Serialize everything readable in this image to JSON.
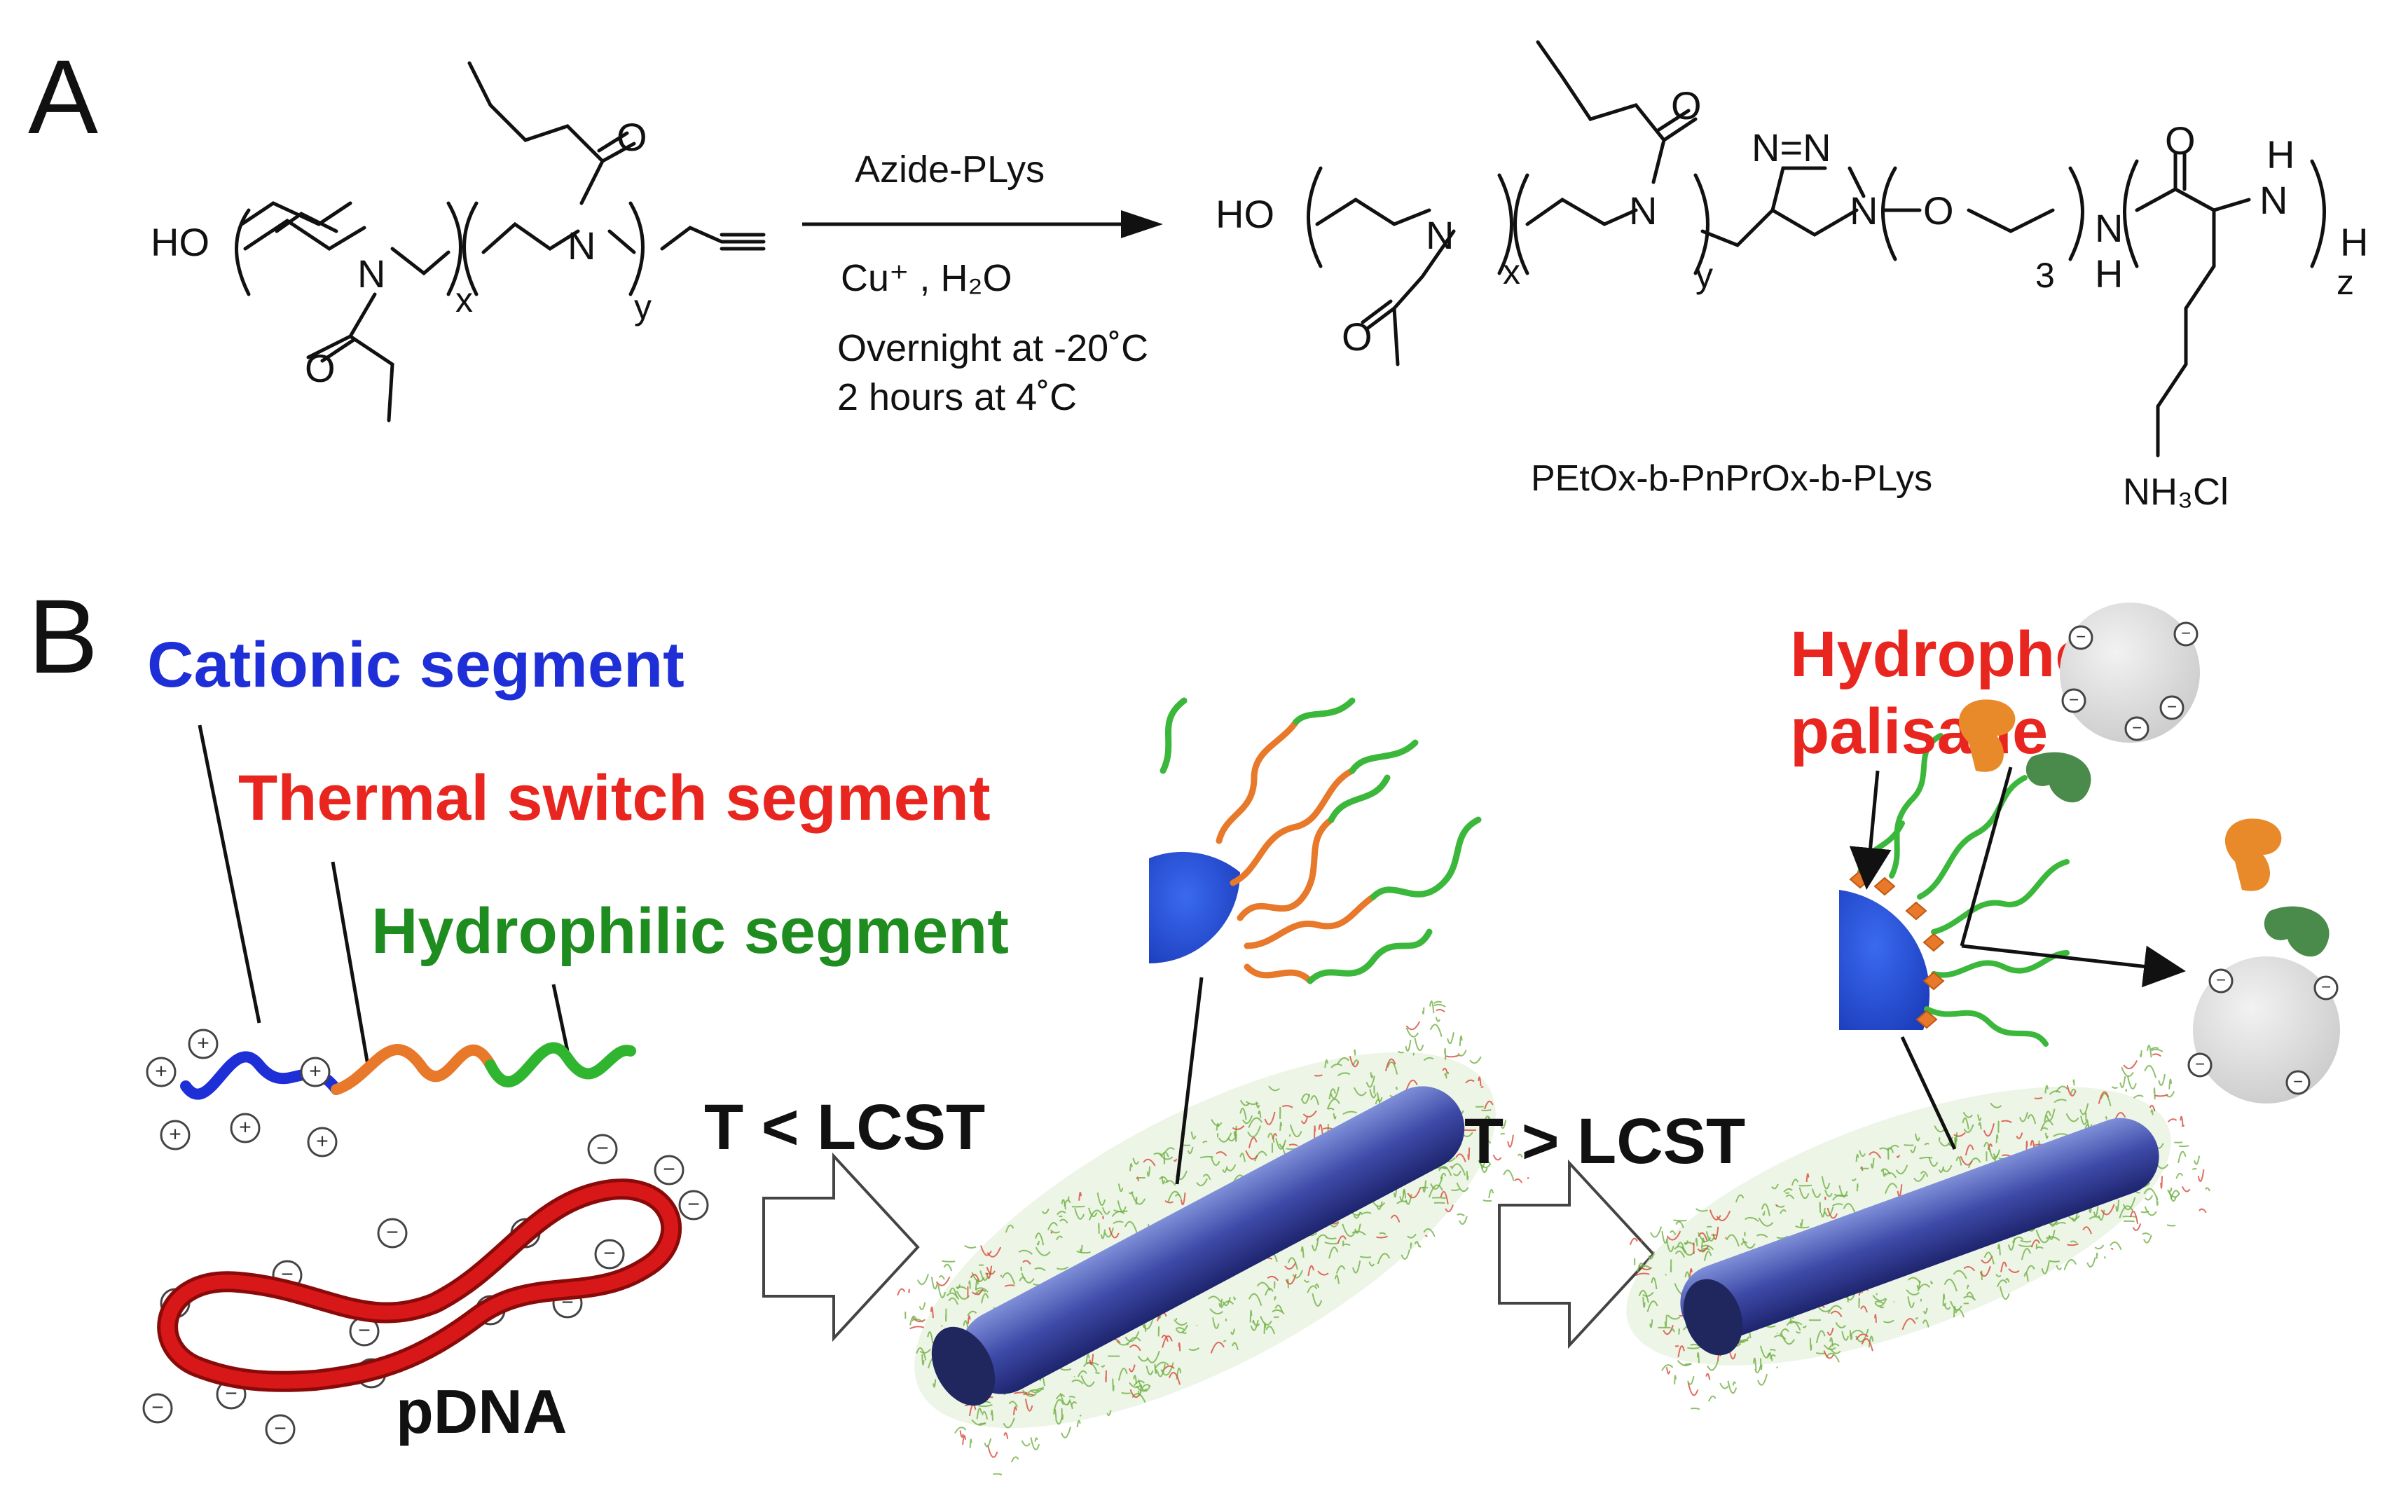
{
  "panel_a": {
    "label": "A",
    "reactant": {
      "ho": "HO",
      "n1": "N",
      "n2": "N",
      "o1": "O",
      "o2": "O",
      "sub_x": "x",
      "sub_y": "y"
    },
    "reaction": {
      "reagent": "Azide-PLys",
      "catalyst": "Cu⁺ , H₂O",
      "condition_1": "Overnight at -20˚C",
      "condition_2": "2 hours at 4˚C"
    },
    "product": {
      "ho": "HO",
      "n1": "N",
      "n2": "N",
      "o1": "O",
      "o2": "O",
      "triazole_top": "N=N",
      "triazole_n": "N",
      "ether_o": "O",
      "sub_3": "3",
      "nh_n": "N",
      "nh_h": "H",
      "lys_o": "O",
      "lys_h": "H",
      "lys_n": "N",
      "end_h": "H",
      "sub_x": "x",
      "sub_y": "y",
      "sub_z": "z",
      "amine": "NH₃Cl",
      "name": "PEtOx-b-PnPrOx-b-PLys"
    }
  },
  "panel_b": {
    "label": "B",
    "cationic_label": "Cationic segment",
    "thermal_label": "Thermal switch segment",
    "hydrophilic_label": "Hydrophilic segment",
    "pdna_label": "pDNA",
    "low_temp_label": "T < LCST",
    "high_temp_label": "T > LCST",
    "palisade_line1": "Hydrophobic",
    "palisade_line2": "palisade",
    "plus_sign": "+",
    "minus_sign": "−"
  },
  "colors": {
    "cationic": "#1f2fd8",
    "thermal": "#e8261f",
    "hydrophilic": "#1e8c1e",
    "pdna": "#cc1010",
    "core_blue": "#1f4fd0",
    "orange": "#e88a2a",
    "green_bean": "#4a8a4a"
  }
}
